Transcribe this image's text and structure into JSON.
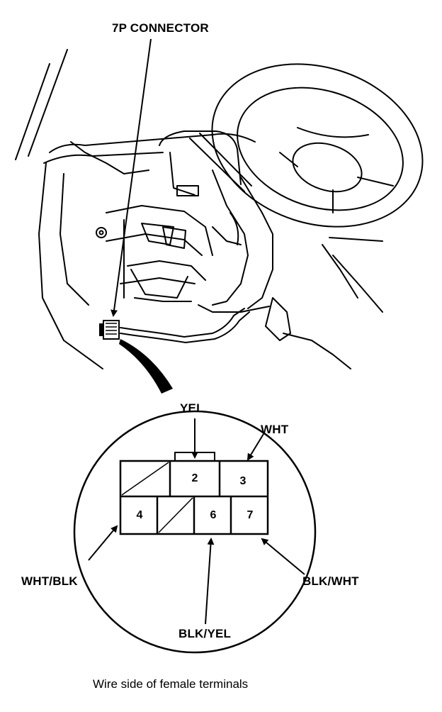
{
  "title": "7P CONNECTOR",
  "caption": "Wire side of female terminals",
  "connector": {
    "terminals": [
      "2",
      "3",
      "4",
      "6",
      "7"
    ]
  },
  "wires": {
    "yel": "YEL",
    "wht": "WHT",
    "wht_blk": "WHT/BLK",
    "blk_yel": "BLK/YEL",
    "blk_wht": "BLK/WHT"
  }
}
